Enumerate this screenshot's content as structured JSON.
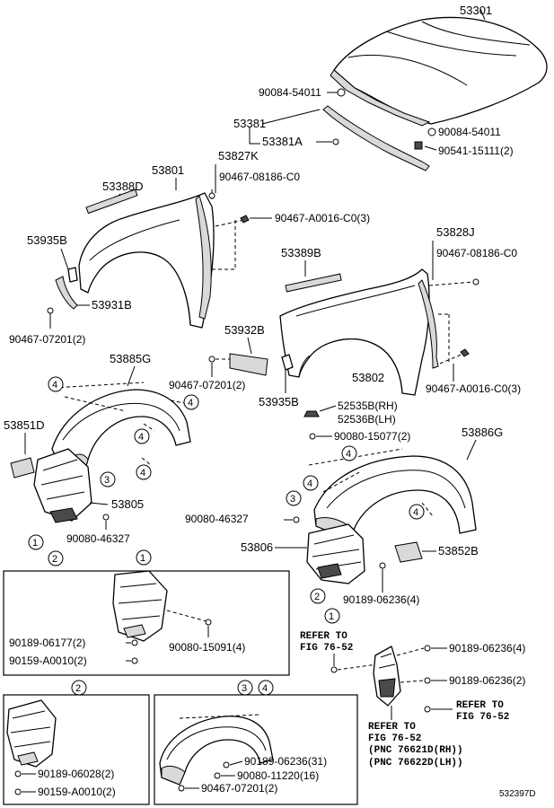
{
  "labels": {
    "p53301": "53301",
    "p90084_a": "90084-54011",
    "p90084_b": "90084-54011",
    "p53381": "53381",
    "p53381A": "53381A",
    "p90541": "90541-15111(2)",
    "p53827K": "53827K",
    "p90467_0818_a": "90467-08186-C0",
    "p53801": "53801",
    "p53388D": "53388D",
    "p90467_A0016_a": "90467-A0016-C0(3)",
    "p53935B_a": "53935B",
    "p53931B": "53931B",
    "p90467_07201_a": "90467-07201(2)",
    "p53828J": "53828J",
    "p90467_0818_b": "90467-08186-C0",
    "p53389B": "53389B",
    "p53932B": "53932B",
    "p53885G": "53885G",
    "p90467_07201_b": "90467-07201(2)",
    "p53802": "53802",
    "p53935B_b": "53935B",
    "p90467_A0016_b": "90467-A0016-C0(3)",
    "p52535B": "52535B(RH)",
    "p52536B": "52536B(LH)",
    "p53851D": "53851D",
    "p90080_15077": "90080-15077(2)",
    "p53886G": "53886G",
    "p53805": "53805",
    "p90080_46327_a": "90080-46327",
    "p90080_46327_b": "90080-46327",
    "p53806": "53806",
    "p53852B": "53852B",
    "p90189_06236_4a": "90189-06236(4)",
    "p90189_06177": "90189-06177(2)",
    "p90080_15091": "90080-15091(4)",
    "p90159_A0010_a": "90159-A0010(2)",
    "p90189_06236_4b": "90189-06236(4)",
    "p90189_06236_2": "90189-06236(2)",
    "p90189_06028": "90189-06028(2)",
    "p90159_A0010_b": "90159-A0010(2)",
    "p90189_06236_31": "90189-06236(31)",
    "p90080_11220": "90080-11220(16)",
    "p90467_07201_c": "90467-07201(2)"
  },
  "refs": {
    "refer_a_1": "REFER TO",
    "refer_a_2": "FIG 76-52",
    "refer_b_1": "REFER TO",
    "refer_b_2": "FIG 76-52",
    "refer_c_1": "REFER TO",
    "refer_c_2": "FIG 76-52",
    "pnc_rh": "(PNC 76621D(RH))",
    "pnc_lh": "(PNC 76622D(LH))"
  },
  "callouts": {
    "one": "1",
    "two": "2",
    "three": "3",
    "four": "4"
  },
  "insets": {
    "inset1_tag": "1",
    "inset2_tag": "2",
    "inset34_tag_a": "3",
    "inset34_tag_b": "4"
  },
  "footer": {
    "diagram_code": "532397D"
  }
}
